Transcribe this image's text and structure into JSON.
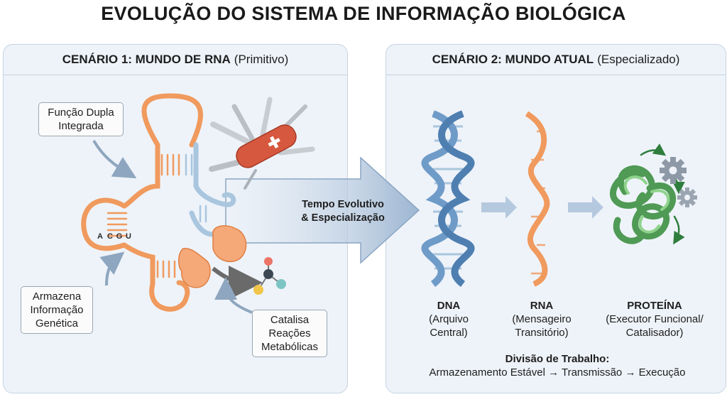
{
  "title": "EVOLUÇÃO DO SISTEMA DE INFORMAÇÃO BIOLÓGICA",
  "scenario1": {
    "heading_bold": "CENÁRIO 1: MUNDO DE RNA",
    "heading_note": "(Primitivo)",
    "callouts": {
      "dual_function": [
        "Função Dupla",
        "Integrada"
      ],
      "stores_info": [
        "Armazena",
        "Informação",
        "Genética"
      ],
      "catalyzes": [
        "Catalisa",
        "Reações",
        "Metabólicas"
      ]
    },
    "bases": [
      "A",
      "C",
      "G",
      "U"
    ]
  },
  "transition": [
    "Tempo Evolutivo",
    "& Especialização"
  ],
  "scenario2": {
    "heading_bold": "CENÁRIO 2: MUNDO ATUAL",
    "heading_note": "(Especializado)",
    "molecules": [
      {
        "name": "DNA",
        "desc": [
          "(Arquivo",
          "Central)"
        ]
      },
      {
        "name": "RNA",
        "desc": [
          "(Mensageiro",
          "Transitório)"
        ]
      },
      {
        "name": "PROTEÍNA",
        "desc": [
          "(Executor Funcional/",
          "Catalisador)"
        ]
      }
    ],
    "division_heading": "Divisão de Trabalho:",
    "division_text": "Armazenamento Estável → Transmissão → Execução"
  },
  "colors": {
    "rna_orange": "#f09a5e",
    "rna_blue": "#a9c6de",
    "dna_blue": "#6f9bc8",
    "protein_green": "#6fbf6f",
    "gear_gray": "#8d99a6",
    "panel_bg": "#eef3f9",
    "arrow_blue": "#b5c9de"
  },
  "icons": [
    "swiss-army-knife-icon",
    "molecule-icon",
    "gear-icon",
    "curved-arrow-icon"
  ]
}
